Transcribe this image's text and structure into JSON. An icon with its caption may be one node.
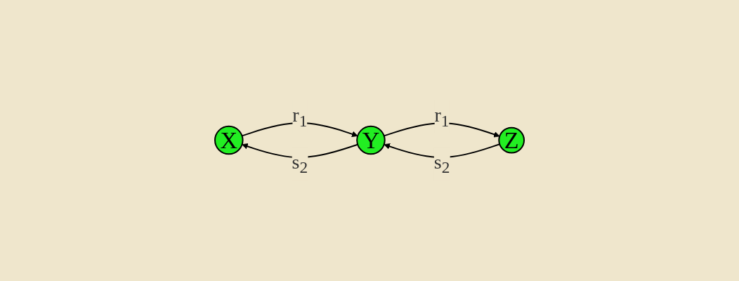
{
  "diagram": {
    "nodes": [
      {
        "text": [
          "X"
        ]
      },
      {
        "text": [
          "Y"
        ]
      },
      {
        "text": [
          "Z"
        ]
      }
    ],
    "edges": [
      {
        "from": 0,
        "to": 1,
        "arrow": "to",
        "label": "r$_{1}$"
      },
      {
        "from": 1,
        "to": 2,
        "arrow": "to",
        "label": "r$_{1}$"
      },
      {
        "from": 1,
        "to": 0,
        "arrow": "to",
        "label": "s$_{2}$"
      },
      {
        "from": 2,
        "to": 1,
        "arrow": "to",
        "label": "s$_{2}$"
      }
    ]
  }
}
